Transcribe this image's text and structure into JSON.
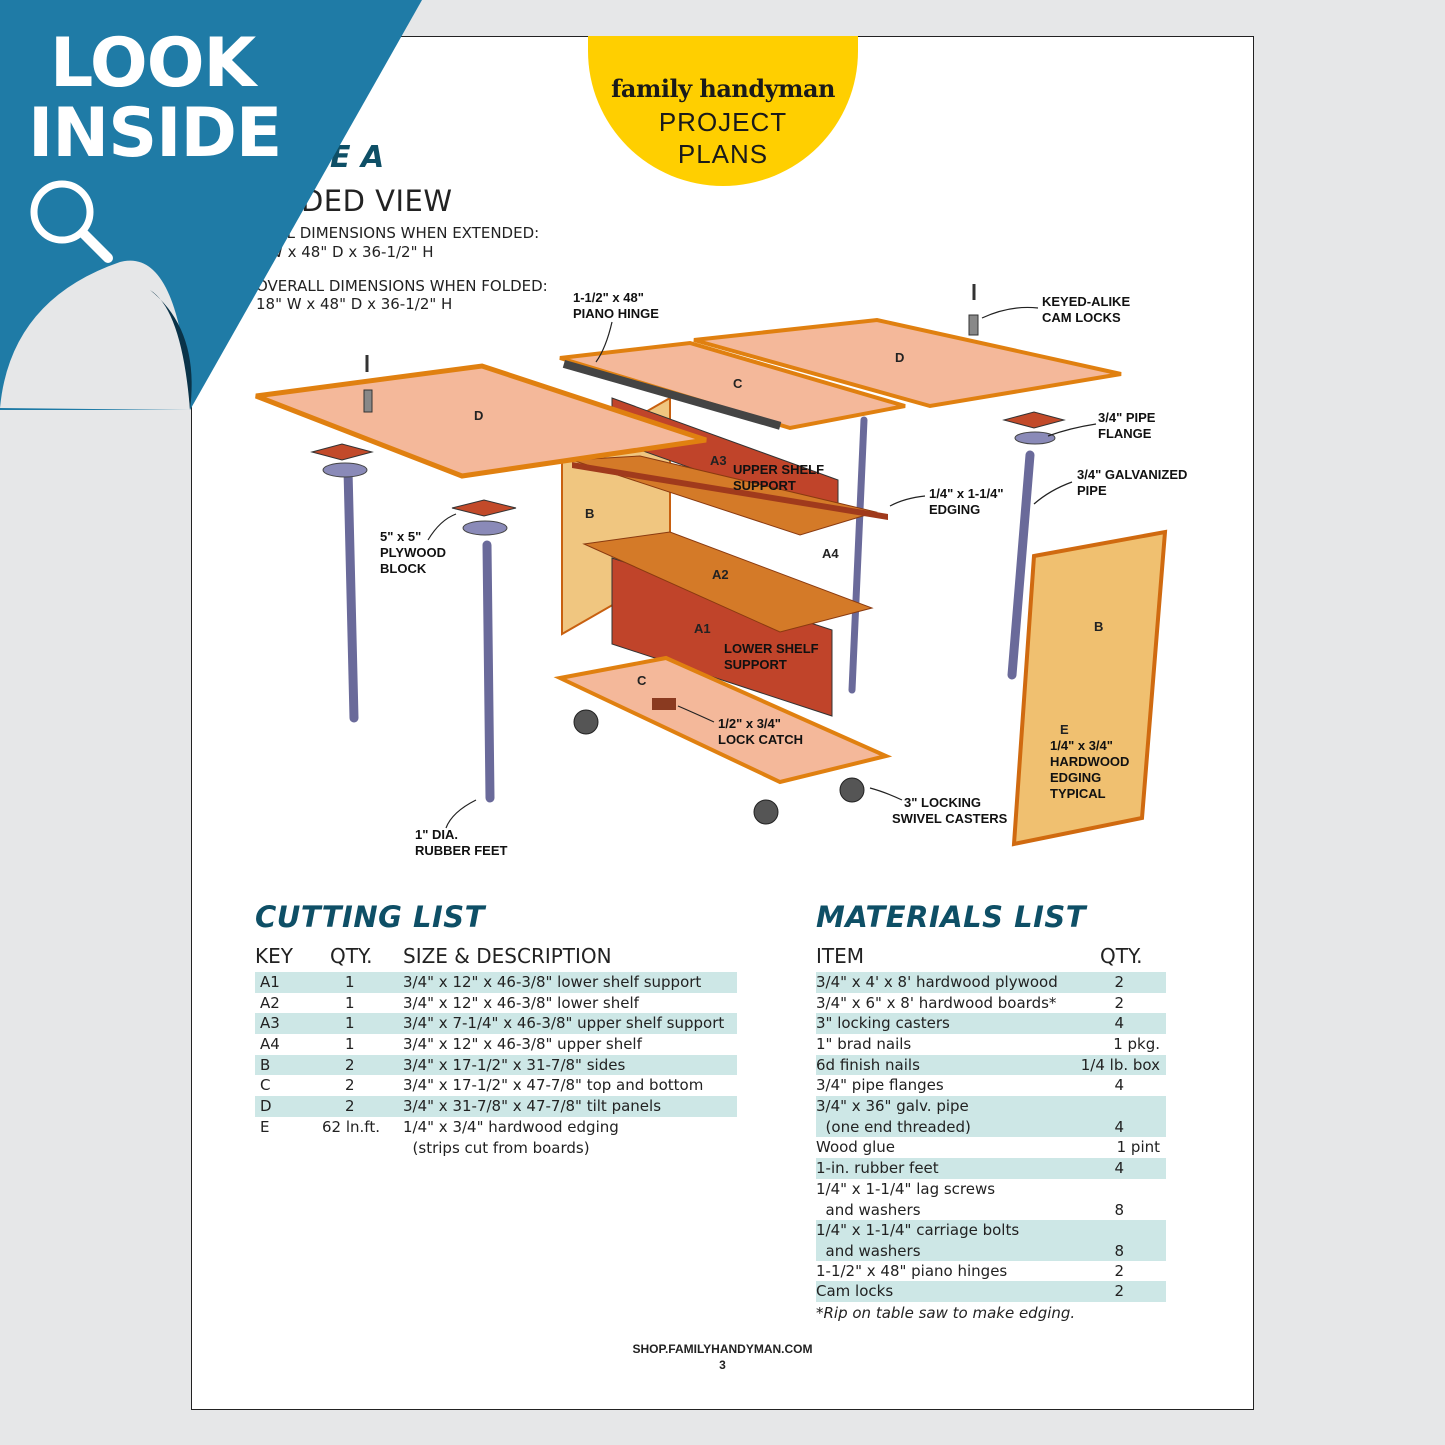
{
  "badge": {
    "brand": "family handyman",
    "subtitle_line1": "PROJECT",
    "subtitle_line2": "PLANS"
  },
  "corner": {
    "line1": "LOOK",
    "line2": "INSIDE",
    "icon": "magnifier-icon"
  },
  "figure": {
    "label": "E A",
    "title": "LODED VIEW",
    "dims_extended_1": "ALL DIMENSIONS WHEN EXTENDED:",
    "dims_extended_2": "W x 48\" D x 36-1/2\" H",
    "dims_folded_1": "OVERALL DIMENSIONS WHEN FOLDED:",
    "dims_folded_2": "18\" W x 48\" D x 36-1/2\" H"
  },
  "callouts": {
    "piano_hinge_1": "1-1/2\" x 48\"",
    "piano_hinge_2": "PIANO HINGE",
    "cam_locks_1": "KEYED-ALIKE",
    "cam_locks_2": "CAM LOCKS",
    "flange_1": "3/4\" PIPE",
    "flange_2": "FLANGE",
    "pipe_1": "3/4\" GALVANIZED",
    "pipe_2": "PIPE",
    "edging_1": "1/4\" x 1-1/4\"",
    "edging_2": "EDGING",
    "block_1": "5\" x 5\"",
    "block_2": "PLYWOOD",
    "block_3": "BLOCK",
    "upper_support_1": "UPPER SHELF",
    "upper_support_2": "SUPPORT",
    "lower_support_1": "LOWER SHELF",
    "lower_support_2": "SUPPORT",
    "lock_catch_1": "1/2\" x 3/4\"",
    "lock_catch_2": "LOCK CATCH",
    "hardwood_1": "1/4\" x 3/4\"",
    "hardwood_2": "HARDWOOD",
    "hardwood_3": "EDGING",
    "hardwood_4": "TYPICAL",
    "casters_1": "3\" LOCKING",
    "casters_2": "SWIVEL CASTERS",
    "feet_1": "1\" DIA.",
    "feet_2": "RUBBER FEET"
  },
  "part_labels": {
    "D": "D",
    "C": "C",
    "B": "B",
    "E": "E",
    "A1": "A1",
    "A2": "A2",
    "A3": "A3",
    "A4": "A4"
  },
  "colors": {
    "teal_heading": "#0e4f66",
    "row_shade": "#cde7e6",
    "badge_yellow": "#ffcf00",
    "corner_blue": "#1f7ba6"
  },
  "cutting_list": {
    "title": "CUTTING LIST",
    "headers": [
      "KEY",
      "QTY.",
      "SIZE & DESCRIPTION"
    ],
    "rows": [
      {
        "key": "A1",
        "qty": "1",
        "desc": "3/4\" x 12\" x 46-3/8\" lower shelf support"
      },
      {
        "key": "A2",
        "qty": "1",
        "desc": "3/4\" x 12\" x 46-3/8\" lower shelf"
      },
      {
        "key": "A3",
        "qty": "1",
        "desc": "3/4\" x 7-1/4\" x 46-3/8\" upper shelf support"
      },
      {
        "key": "A4",
        "qty": "1",
        "desc": "3/4\" x 12\" x 46-3/8\" upper shelf"
      },
      {
        "key": "B",
        "qty": "2",
        "desc": "3/4\" x 17-1/2\" x 31-7/8\" sides"
      },
      {
        "key": "C",
        "qty": "2",
        "desc": "3/4\" x 17-1/2\" x 47-7/8\" top and bottom"
      },
      {
        "key": "D",
        "qty": "2",
        "desc": "3/4\" x 31-7/8\" x 47-7/8\" tilt panels"
      },
      {
        "key": "E",
        "qty": "62 ln.ft.",
        "desc": "1/4\" x 3/4\" hardwood edging",
        "desc2": "  (strips cut from boards)"
      }
    ]
  },
  "materials_list": {
    "title": "MATERIALS LIST",
    "headers": [
      "ITEM",
      "QTY."
    ],
    "rows": [
      {
        "item": "3/4\" x 4' x 8' hardwood plywood",
        "qty": "2"
      },
      {
        "item": "3/4\" x 6\" x 8' hardwood boards*",
        "qty": "2"
      },
      {
        "item": "3\" locking casters",
        "qty": "4"
      },
      {
        "item": "1\" brad nails",
        "qty": "1 pkg."
      },
      {
        "item": "6d finish nails",
        "qty": "1/4 lb. box"
      },
      {
        "item": "3/4\" pipe flanges",
        "qty": "4"
      },
      {
        "item": "3/4\" x 36\" galv. pipe",
        "item2": "  (one end threaded)",
        "qty": "4"
      },
      {
        "item": "Wood glue",
        "qty": "1 pint"
      },
      {
        "item": "1-in. rubber feet",
        "qty": "4"
      },
      {
        "item": "1/4\" x 1-1/4\" lag screws",
        "item2": "  and washers",
        "qty": "8"
      },
      {
        "item": "1/4\" x 1-1/4\" carriage bolts",
        "item2": "  and washers",
        "qty": "8"
      },
      {
        "item": "1-1/2\" x 48\" piano hinges",
        "qty": "2"
      },
      {
        "item": "Cam locks",
        "qty": "2"
      }
    ],
    "note": "*Rip on table saw to make edging."
  },
  "footer": {
    "url": "SHOP.FAMILYHANDYMAN.COM",
    "page": "3"
  }
}
